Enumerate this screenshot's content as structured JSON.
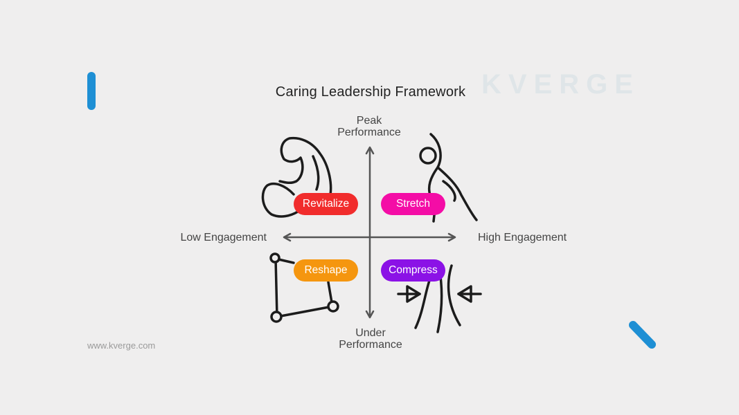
{
  "title": "Caring Leadership Framework",
  "watermark": "KVERGE",
  "axes": {
    "top_line1": "Peak",
    "top_line2": "Performance",
    "bottom_line1": "Under",
    "bottom_line2": "Performance",
    "left": "Low Engagement",
    "right": "High Engagement"
  },
  "quadrants": {
    "top_left": {
      "label": "Revitalize",
      "color": "#f12c2c",
      "icon": "flexed-bicep-icon"
    },
    "top_right": {
      "label": "Stretch",
      "color": "#f40da6",
      "icon": "stretching-figure-icon"
    },
    "bottom_left": {
      "label": "Reshape",
      "color": "#f5960f",
      "icon": "polygon-nodes-icon"
    },
    "bottom_right": {
      "label": "Compress",
      "color": "#8b12e6",
      "icon": "compress-arrows-icon"
    }
  },
  "footer_url": "www.kverge.com",
  "accent_color": "#1e8fd4"
}
